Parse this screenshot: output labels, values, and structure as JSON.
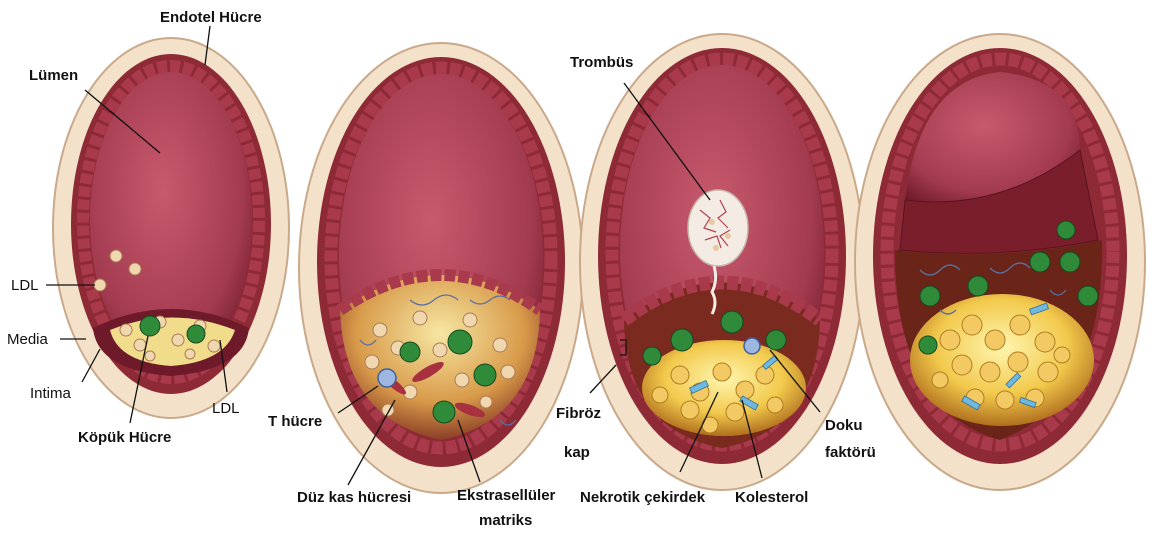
{
  "diagram": {
    "labels": {
      "endotel": "Endotel Hücre",
      "lumen": "Lümen",
      "ldl_left": "LDL",
      "media": "Media",
      "intima": "Intima",
      "kopuk": "Köpük Hücre",
      "ldl_bottom": "LDL",
      "t_hucre": "T hücre",
      "duz_kas": "Düz kas hücresi",
      "ekstra_1": "Ekstrasellüler",
      "ekstra_2": "matriks",
      "trombus": "Trombüs",
      "fibroz_1": "Fibröz",
      "fibroz_2": "kap",
      "nekrotik": "Nekrotik çekirdek",
      "kolesterol": "Kolesterol",
      "doku_1": "Doku",
      "doku_2": "faktörü"
    },
    "colors": {
      "outer_wall": "#f3e1c9",
      "media_layer": "#8e2a36",
      "lumen": "#b5485a",
      "lumen_dark": "#7a1e2c",
      "endothelium": "#a83a4c",
      "nucleus": "#3d0d18",
      "plaque_core": "#f7d35a",
      "lipid": "#f1c978",
      "foam_cell": "#2f8a3a",
      "cholesterol": "#6fb9e0",
      "thrombus": "#f4ece4"
    }
  }
}
